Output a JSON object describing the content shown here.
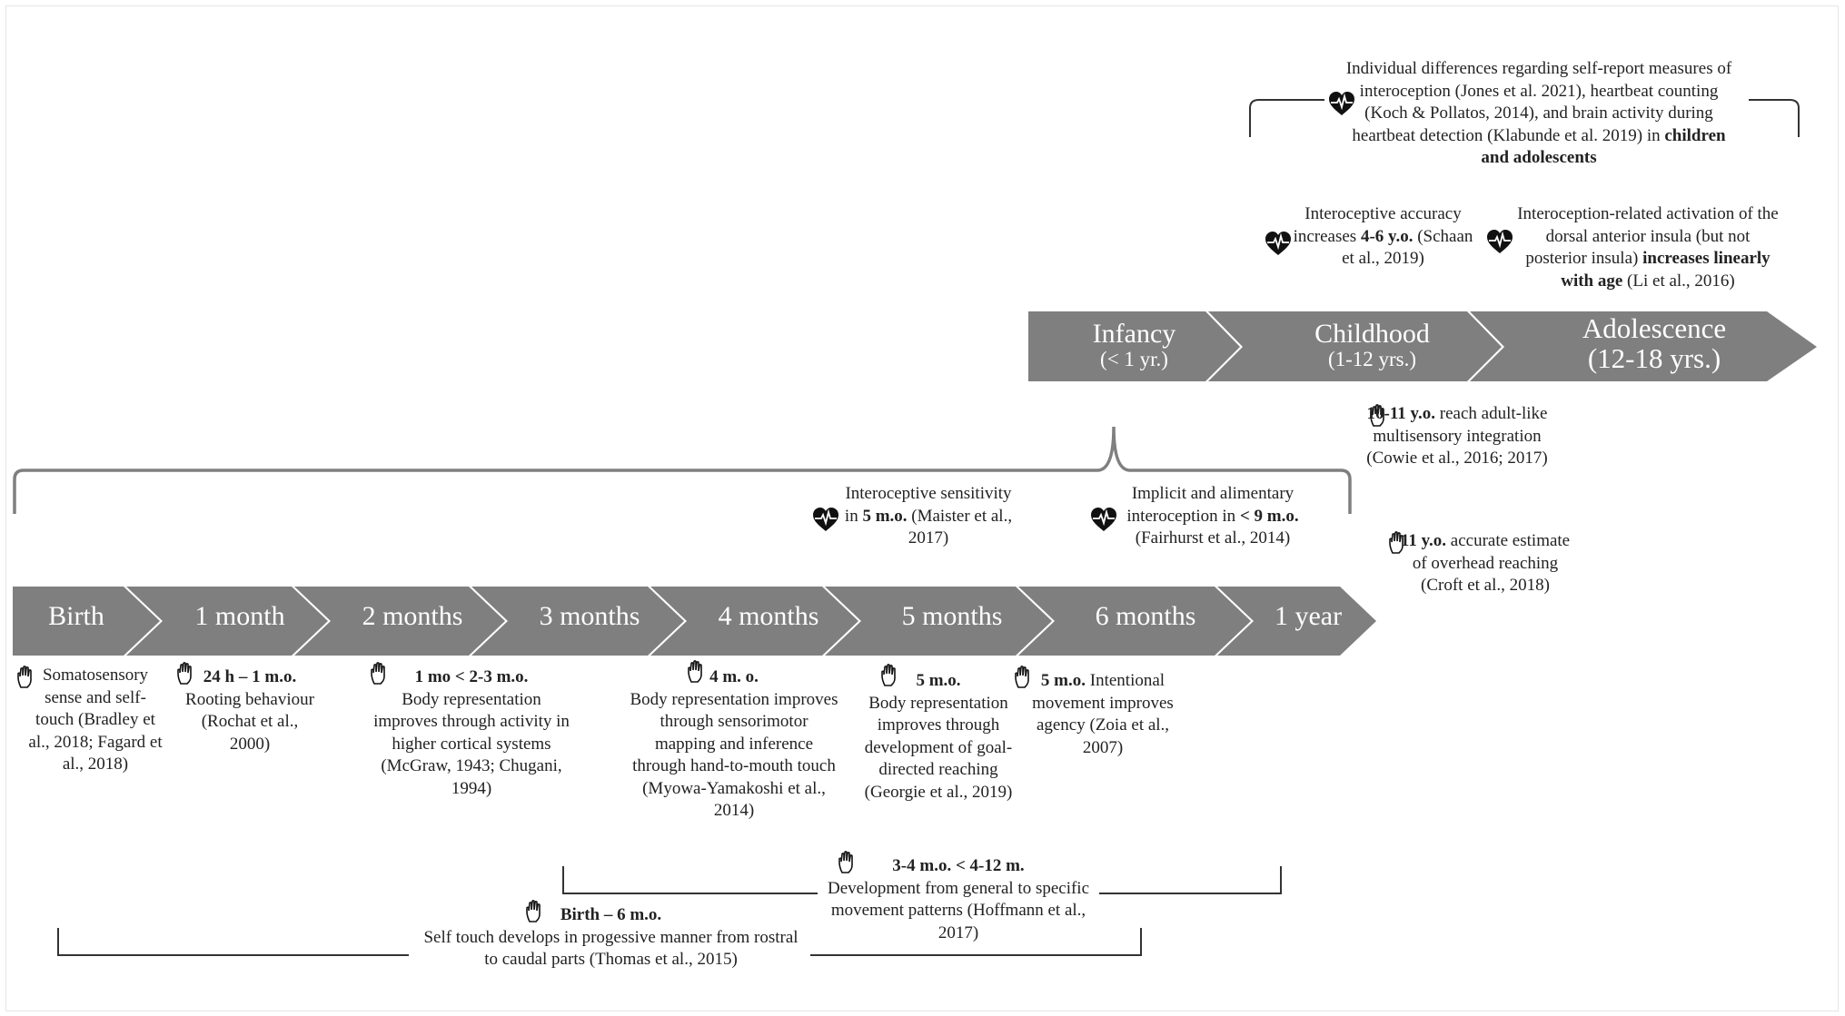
{
  "top_timeline": [
    {
      "id": "infancy",
      "label": "Infancy",
      "sub": "(< 1 yr.)"
    },
    {
      "id": "childhood",
      "label": "Childhood",
      "sub": "(1-12 yrs.)"
    },
    {
      "id": "adolescence",
      "label": "Adolescence",
      "sub": "(12-18 yrs.)"
    }
  ],
  "main_timeline": [
    "Birth",
    "1 month",
    "2 months",
    "3 months",
    "4 months",
    "5 months",
    "6 months",
    "1 year"
  ],
  "annotations": {
    "individual_differences": {
      "pre": "Individual differences regarding self-report measures of interoception (Jones et al. 2021), heartbeat counting (Koch & Pollatos, 2014), and brain activity during heartbeat detection (Klabunde et al. 2019) in ",
      "bold": "children and adolescents",
      "post": ""
    },
    "interoceptive_accuracy": {
      "pre": "Interoceptive accuracy increases ",
      "bold": "4-6 y.o.",
      "post": " (Schaan et al., 2019)"
    },
    "insula_activation": {
      "pre": "Interoception-related activation of the dorsal anterior insula (but not posterior insula) ",
      "bold": "increases linearly with age",
      "post": " (Li et al., 2016)"
    },
    "multisensory": {
      "bold": "10-11 y.o.",
      "rest": " reach adult-like multisensory integration (Cowie et al., 2016; 2017)"
    },
    "overhead_reaching": {
      "bold": "11 y.o.",
      "rest": " accurate estimate of overhead reaching (Croft et al., 2018)"
    },
    "interoceptive_sensitivity": {
      "pre": "Interoceptive sensitivity in ",
      "bold": "5 m.o.",
      "post": " (Maister et al., 2017)"
    },
    "implicit_interoception": {
      "pre": "Implicit and alimentary interoception in ",
      "bold": "< 9 m.o.",
      "post": " (Fairhurst et al., 2014)"
    },
    "somatosensory": {
      "bold": "",
      "rest": "Somatosensory sense and self-touch (Bradley et al., 2018; Fagard et al., 2018)"
    },
    "rooting": {
      "bold": "24 h – 1 m.o.",
      "rest": "Rooting behaviour (Rochat et al., 2000)"
    },
    "body_rep_cortical": {
      "bold": "1 mo < 2-3 m.o.",
      "rest": "Body representation improves through activity in higher cortical systems (McGraw, 1943; Chugani, 1994)"
    },
    "body_rep_sensorimotor": {
      "bold": "4 m. o.",
      "rest": "Body representation improves through sensorimotor mapping and inference through hand-to-mouth touch (Myowa-Yamakoshi et al., 2014)"
    },
    "body_rep_reaching": {
      "bold": "5 m.o.",
      "rest": "Body representation improves through development of goal-directed reaching (Georgie et al., 2019)"
    },
    "intentional_movement": {
      "bold": "5 m.o.",
      "rest": " Intentional movement improves agency (Zoia et al., 2007)"
    },
    "movement_patterns": {
      "bold": "3-4 m.o. < 4-12 m.",
      "rest": "Development from general to specific movement patterns (Hoffmann et al., 2017)"
    },
    "self_touch": {
      "bold": "Birth – 6 m.o.",
      "rest": "Self touch develops in progessive manner from rostral to caudal parts (Thomas et al., 2015)"
    }
  },
  "colors": {
    "arrow_fill": "#7f7f7f",
    "arrow_text": "#ffffff",
    "bracket": "#7f7f7f",
    "text": "#222222"
  }
}
